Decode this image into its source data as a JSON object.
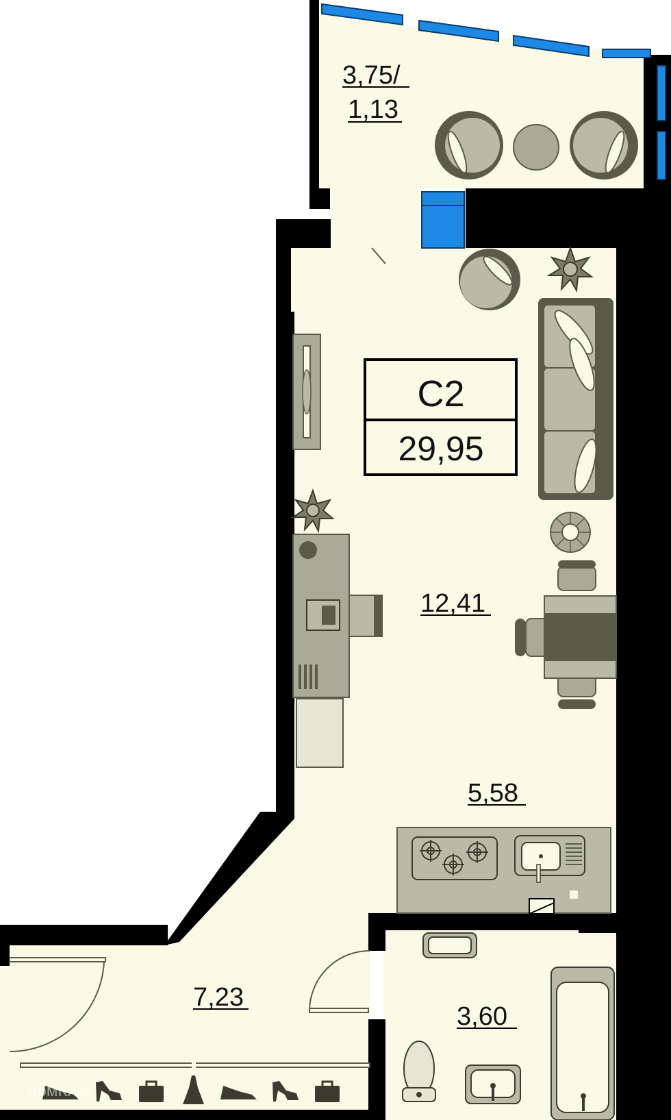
{
  "unit": {
    "type": "C2",
    "total_area": "29,95"
  },
  "rooms": {
    "balcony": {
      "area_top": "3,75/",
      "area_bottom": "1,13"
    },
    "living": {
      "area": "12,41"
    },
    "kitchen": {
      "area": "5,58"
    },
    "hallway": {
      "area": "7,23"
    },
    "bathroom": {
      "area": "3,60"
    }
  },
  "watermark": "ДомКлик",
  "colors": {
    "floor": "#fafae6",
    "wall": "#000000",
    "furniture_light": "#b9baa7",
    "furniture_mid": "#a9aa97",
    "furniture_dark": "#5a5b4b",
    "window_blue": "#1e88e5"
  }
}
